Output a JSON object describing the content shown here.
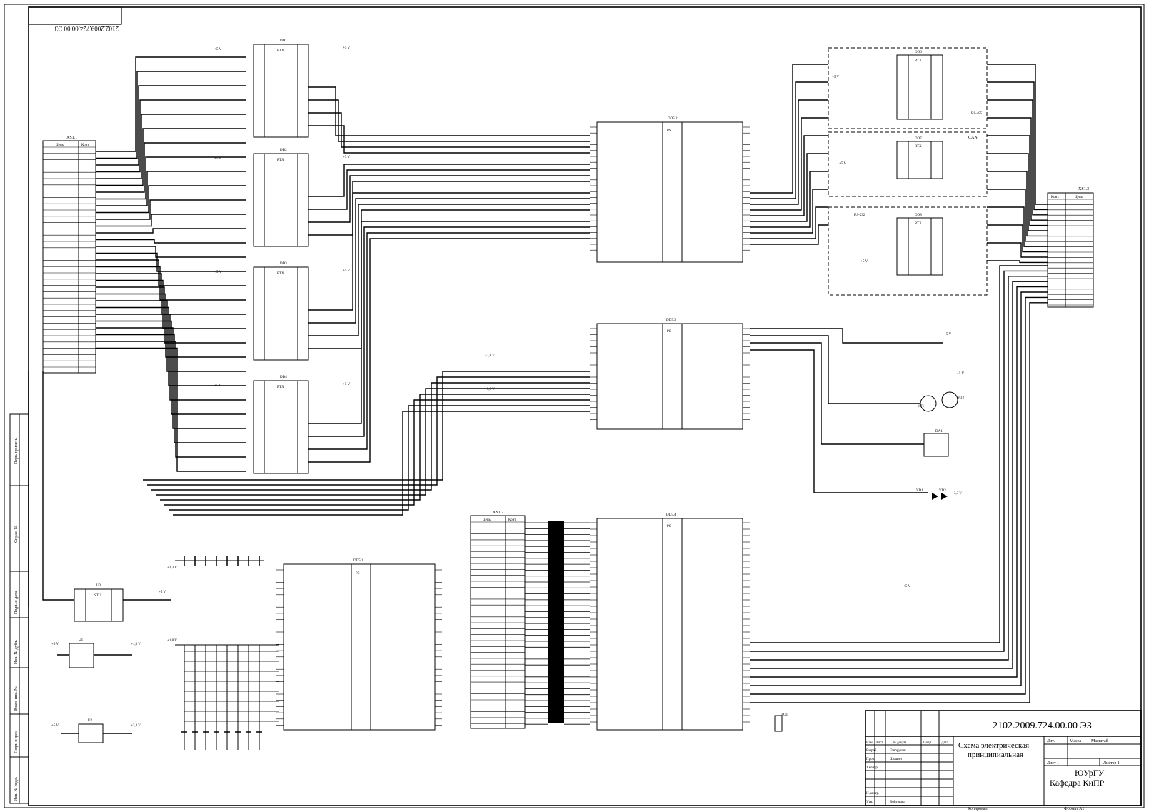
{
  "doc_code": "2102.2009.724.00.00 ЭЗ",
  "doc_code_corner": "2102.2009.724.00.00 ЭЗ",
  "title_block": {
    "code": "2102.2009.724.00.00 ЭЗ",
    "name_line1": "Схема электрическая",
    "name_line2": "принципиальная",
    "hdr_izm": "Изм",
    "hdr_list": "Лист",
    "hdr_ndoc": "№ докум.",
    "hdr_podp": "Подп.",
    "hdr_data": "Дата",
    "row_razrab": "Разраб.",
    "name_razrab": "Говорухин",
    "row_prov": "Пров.",
    "name_prov": "Шошин",
    "row_tkontr": "Т.контр.",
    "row_nkontr": "Н.контр.",
    "row_utv": "Утв.",
    "name_utv": "Войтович",
    "lit": "Лит.",
    "massa": "Масса",
    "masshtab": "Масштаб",
    "list": "Лист 1",
    "listov": "Листов 1",
    "org1": "ЮУрГУ",
    "org2": "Кафедра КиПР",
    "kopiroval": "Копировал",
    "format": "Формат А1"
  },
  "side_stamp": {
    "perv_primen": "Перв. примен.",
    "sprav_no": "Справ. №",
    "podp_data_1": "Подп. и дата",
    "inv_dubl": "Инв. № дубл.",
    "vzam_inv": "Взам. инв. №",
    "podp_data_2": "Подп. и дата",
    "inv_podl": "Инв. № подл."
  },
  "components": {
    "dd1": "DD1",
    "dd2": "DD2",
    "dd3": "DD3",
    "dd4": "DD4",
    "rtx": "RTX",
    "dd5_2": "DD5.2",
    "dd5_3": "DD5.3",
    "dd5_4": "DD5.4",
    "dd5_1": "DD5.1",
    "ps": "PS",
    "dd6": "DD6",
    "dd7": "DD7",
    "dd8": "DD8",
    "xs1_1": "XS1.1",
    "xs1_2": "XS1.2",
    "xs1_3": "XS1.3",
    "u1": "U1",
    "u2": "U2",
    "u3": "U3",
    "stu": "STU",
    "rs485": "RS-485",
    "can": "CAN",
    "rs232": "RS-232",
    "da1": "DA1",
    "vt1": "VT1",
    "vt2": "VT2",
    "vd1": "VD1",
    "vd2": "VD2",
    "zq1": "ZQ1",
    "plus5v": "+5 V",
    "plus3v3": "+3,3 V",
    "plus1v8": "+1,8 V",
    "col_cep": "Цепь",
    "col_kont": "Конт."
  }
}
